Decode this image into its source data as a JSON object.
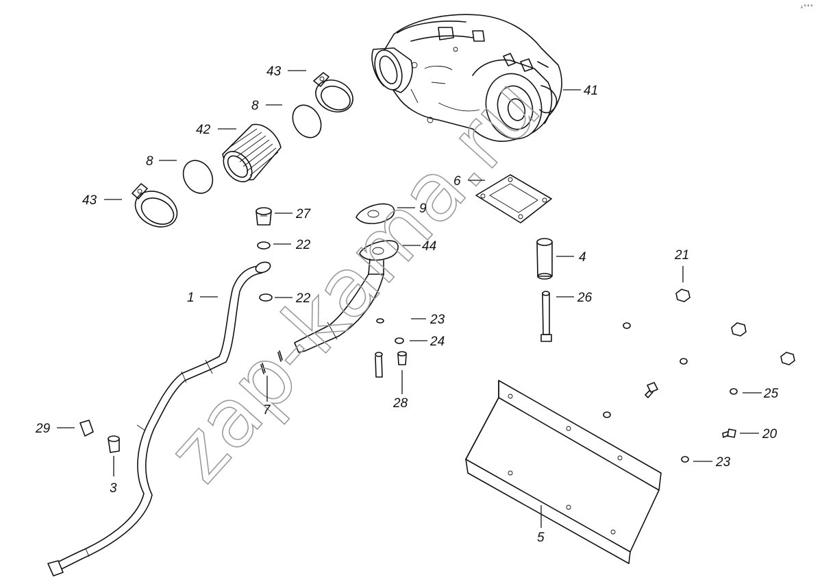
{
  "watermark": "zap-kama.ru",
  "corner_mark": "₂⁰⁰⁰",
  "callouts": [
    {
      "id": "c43a",
      "text": "43"
    },
    {
      "id": "c8a",
      "text": "8"
    },
    {
      "id": "c42",
      "text": "42"
    },
    {
      "id": "c8b",
      "text": "8"
    },
    {
      "id": "c43b",
      "text": "43"
    },
    {
      "id": "c41",
      "text": "41"
    },
    {
      "id": "c6",
      "text": "6"
    },
    {
      "id": "c9",
      "text": "9"
    },
    {
      "id": "c27",
      "text": "27"
    },
    {
      "id": "c22a",
      "text": "22"
    },
    {
      "id": "c44",
      "text": "44"
    },
    {
      "id": "c1",
      "text": "1"
    },
    {
      "id": "c22b",
      "text": "22"
    },
    {
      "id": "c4",
      "text": "4"
    },
    {
      "id": "c21",
      "text": "21"
    },
    {
      "id": "c26",
      "text": "26"
    },
    {
      "id": "c23a",
      "text": "23"
    },
    {
      "id": "c24",
      "text": "24"
    },
    {
      "id": "c7",
      "text": "7"
    },
    {
      "id": "c28",
      "text": "28"
    },
    {
      "id": "c29",
      "text": "29"
    },
    {
      "id": "c3",
      "text": "3"
    },
    {
      "id": "c25",
      "text": "25"
    },
    {
      "id": "c20",
      "text": "20"
    },
    {
      "id": "c23b",
      "text": "23"
    },
    {
      "id": "c5",
      "text": "5"
    }
  ]
}
